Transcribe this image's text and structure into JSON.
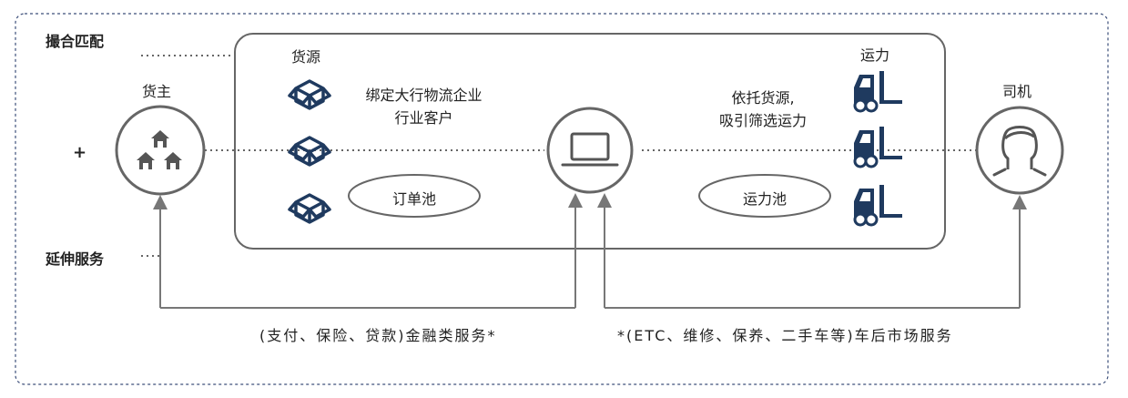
{
  "side_labels": {
    "matching": "撮合匹配",
    "extension": "延伸服务",
    "plus": "+"
  },
  "shipper": {
    "label": "货主"
  },
  "driver": {
    "label": "司机"
  },
  "cargo_source": {
    "title": "货源",
    "desc_line1": "绑定大行物流企业",
    "desc_line2": "行业客户",
    "pool": "订单池"
  },
  "capacity": {
    "title": "运力",
    "desc_line1": "依托货源,",
    "desc_line2": "吸引筛选运力",
    "pool": "运力池"
  },
  "services": {
    "financial": "(支付、保险、贷款)金融类服务*",
    "aftermarket": "*(ETC、维修、保养、二手车等)车后市场服务"
  },
  "colors": {
    "icon_navy": "#1f3a5f",
    "line_gray": "#777777",
    "outline": "#666666",
    "dashed_border": "#3d4f7a"
  }
}
